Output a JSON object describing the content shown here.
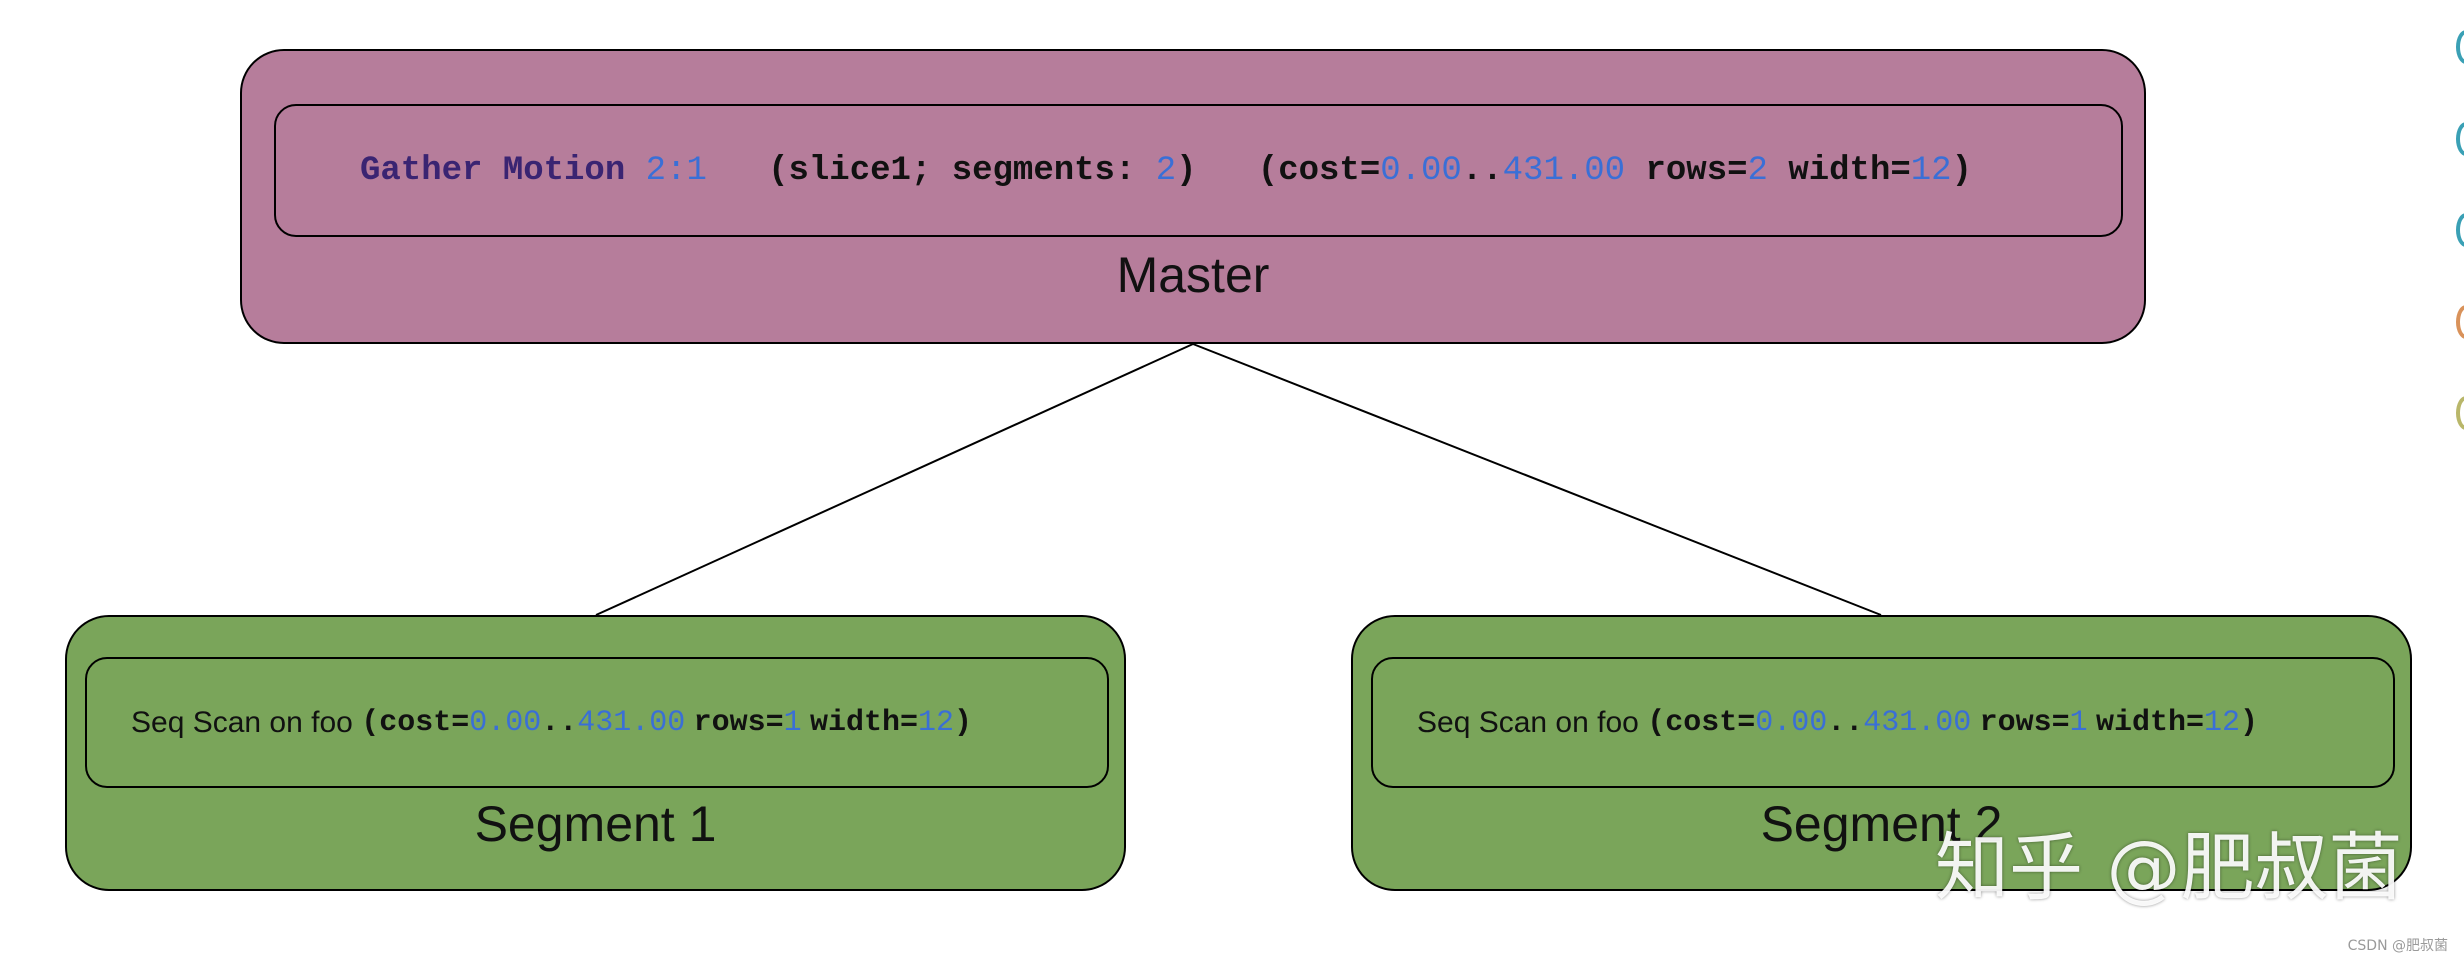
{
  "master": {
    "plan": {
      "op": "Gather Motion",
      "ratio": "2:1",
      "slice_open": "(slice1; segments:",
      "segments": "2",
      "slice_close": ")",
      "cost_open": "(cost=",
      "cost_start": "0.00",
      "dots": "..",
      "cost_end": "431.00",
      "rows_label": "rows=",
      "rows": "2",
      "width_label": "width=",
      "width": "12",
      "close": ")"
    },
    "label": "Master"
  },
  "segments": [
    {
      "plan": {
        "op": "Seq Scan on foo",
        "cost_open": "(cost=",
        "cost_start": "0.00",
        "dots": "..",
        "cost_end": "431.00",
        "rows_label": "rows=",
        "rows": "1",
        "width_label": "width=",
        "width": "12",
        "close": ")"
      },
      "label": "Segment 1"
    },
    {
      "plan": {
        "op": "Seq Scan on foo",
        "cost_open": "(cost=",
        "cost_start": "0.00",
        "dots": "..",
        "cost_end": "431.00",
        "rows_label": "rows=",
        "rows": "1",
        "width_label": "width=",
        "width": "12",
        "close": ")"
      },
      "label": "Segment 2"
    }
  ],
  "watermark": "知乎 @肥叔菌",
  "credit": "CSDN @肥叔菌",
  "colors": {
    "master_fill": "#b67d9b",
    "segment_fill": "#7aa55a",
    "keyword": "#3a2472",
    "number": "#3a6fd6"
  }
}
